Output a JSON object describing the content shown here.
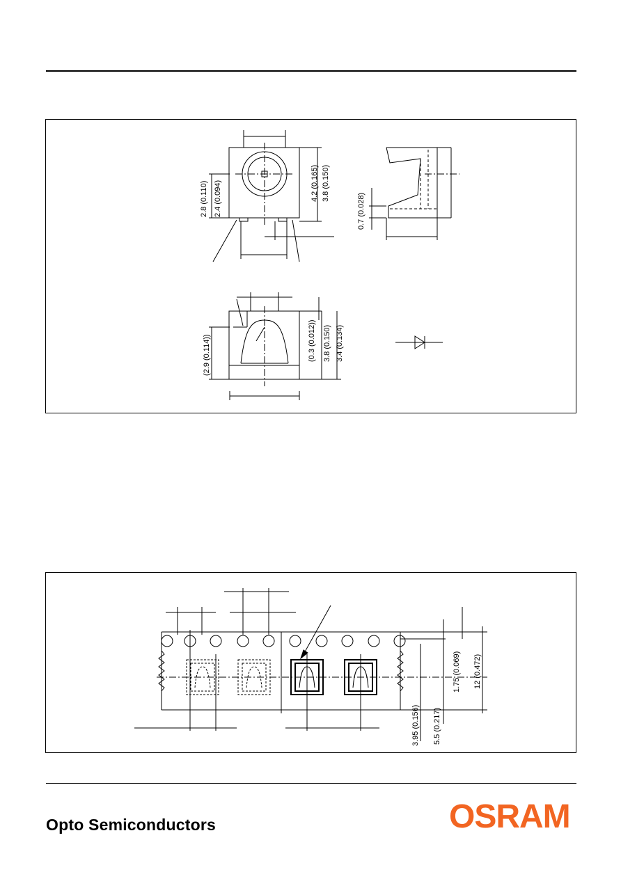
{
  "package_drawing": {
    "dims_front": [
      "2.8 (0.110)",
      "2.4 (0.094)",
      "4.2 (0.165)",
      "3.8 (0.150)"
    ],
    "dims_side": [
      "0.7 (0.028)"
    ],
    "dims_bottom": [
      "(2.9 (0.114))",
      "(0.3 (0.012))",
      "3.8 (0.150)",
      "3.4 (0.134)"
    ]
  },
  "tape_drawing": {
    "dims": [
      "1.75 (0.069)",
      "12 (0.472)",
      "5.5 (0.217)",
      "3.95 (0.156)"
    ]
  },
  "footer": {
    "label": "Opto Semiconductors",
    "brand": "OSRAM",
    "brand_color": "#f26522"
  }
}
